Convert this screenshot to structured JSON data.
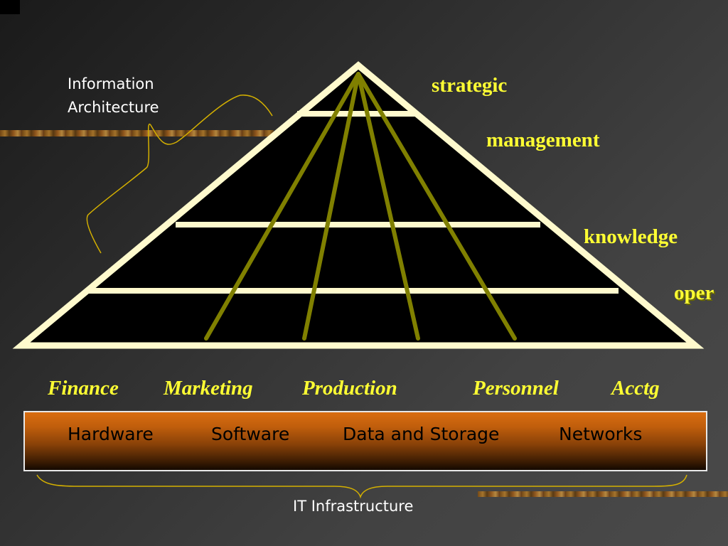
{
  "info_architecture": {
    "line1": "Information",
    "line2": "Architecture"
  },
  "levels": {
    "strategic": "strategic",
    "management": "management",
    "knowledge": "knowledge",
    "oper": "oper"
  },
  "functions": [
    "Finance",
    "Marketing",
    "Production",
    "Personnel",
    "Acctg"
  ],
  "infrastructure": {
    "items": [
      "Hardware",
      "Software",
      "Data and Storage",
      "Networks"
    ],
    "label": "IT Infrastructure"
  },
  "colors": {
    "level_text": "#ffff33",
    "pyramid_fill": "#000000",
    "pyramid_outline": "#fffacd",
    "function_lines": "#808000",
    "brace": "#d4b000",
    "infra_box_top": "#d96d10"
  }
}
